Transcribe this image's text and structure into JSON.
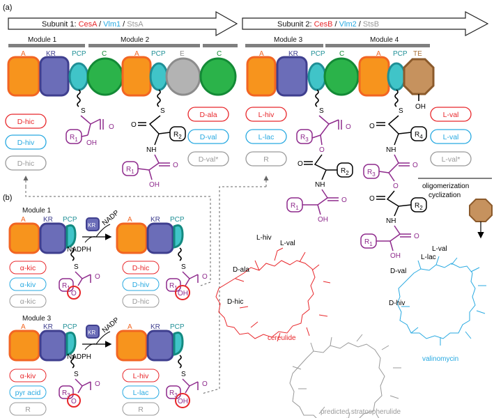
{
  "panel_a": {
    "label": "(a)",
    "subunit1": {
      "prefix": "Subunit 1: ",
      "a": "CesA",
      "sep1": " / ",
      "b": "Vlm1",
      "sep2": " / ",
      "c": "StsA"
    },
    "subunit2": {
      "prefix": "Subunit 2: ",
      "a": "CesB",
      "sep1": " / ",
      "b": "Vlm2",
      "sep2": " / ",
      "c": "StsB"
    },
    "modules": [
      "Module 1",
      "Module 2",
      "Module 3",
      "Module 4"
    ],
    "domains": {
      "A": "A",
      "KR": "KR",
      "PCP": "PCP",
      "C": "C",
      "E": "E",
      "TE": "TE"
    },
    "m1_pills": [
      "D-hic",
      "D-hiv",
      "D-hic"
    ],
    "m2_pills": [
      "D-ala",
      "D-val",
      "D-val*"
    ],
    "m3_pills": [
      "L-hiv",
      "L-lac",
      "R"
    ],
    "m4_pills": [
      "L-val",
      "L-val",
      "L-val*"
    ],
    "oligo": [
      "oligomerization",
      "cyclization"
    ]
  },
  "panel_b": {
    "label": "(b)",
    "module1": "Module 1",
    "module3": "Module 3",
    "nadph": "NADPH",
    "nadp": "NADP",
    "m1_sub": [
      "α-kic",
      "α-kiv",
      "α-kic"
    ],
    "m1_prod": [
      "D-hic",
      "D-hiv",
      "D-hic"
    ],
    "m3_sub": [
      "α-kiv",
      "pyr acid",
      "R"
    ],
    "m3_prod": [
      "L-hiv",
      "L-lac",
      "R"
    ]
  },
  "chem": {
    "S": "S",
    "O": "O",
    "OH": "OH",
    "NH": "NH",
    "R1": "R",
    "sub1": "1",
    "R2": "R",
    "sub2": "2",
    "R3": "R",
    "sub3": "3",
    "R4": "R",
    "sub4": "4"
  },
  "products": {
    "cereulide": "cereulide",
    "valinomycin": "valinomycin",
    "stratospherulide": "predicted stratospherulide",
    "cer_labels": [
      "L-hiv",
      "L-val",
      "D-ala",
      "D-hic"
    ],
    "val_labels": [
      "L-lac",
      "L-val",
      "D-val",
      "D-hiv"
    ]
  },
  "colors": {
    "red": "#e8262a",
    "blue": "#27a9e1",
    "gray": "#999999",
    "purple": "#8e2a8c",
    "A": "#f7941d",
    "A_edge": "#f26522",
    "KR": "#6b6db8",
    "KR_edge": "#3f3f8f",
    "PCP": "#40c4c8",
    "PCP_edge": "#1f8f96",
    "C": "#2bb34a",
    "C_edge": "#138a36",
    "E": "#b3b3b3",
    "TE": "#c6925e",
    "TE_edge": "#8b5a2b"
  }
}
